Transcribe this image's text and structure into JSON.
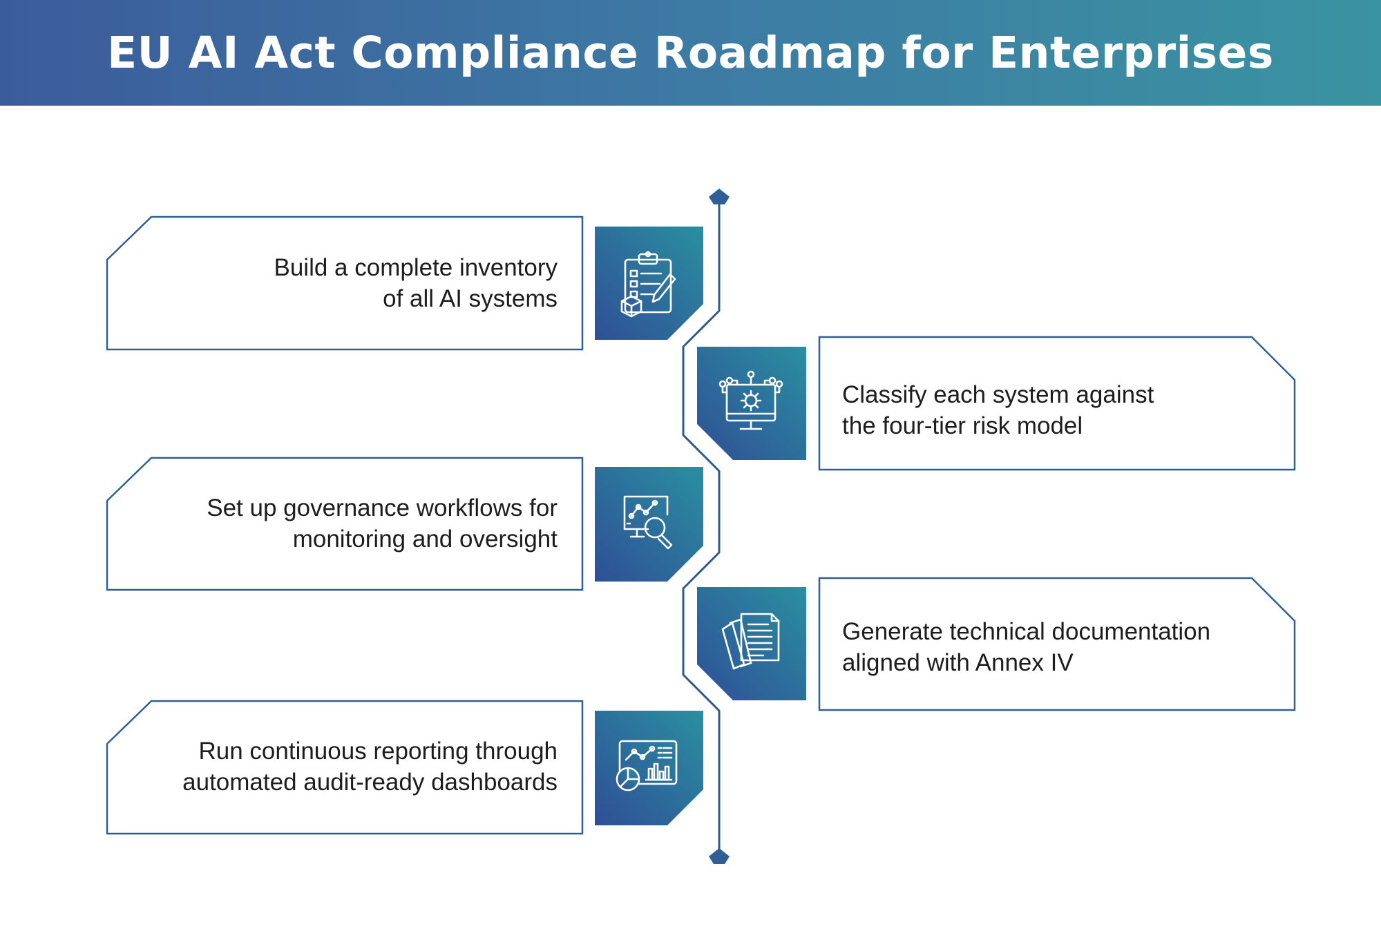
{
  "title": "EU AI Act Compliance Roadmap for Enterprises",
  "colors": {
    "header_left": "#3b5c9b",
    "header_right": "#3a93a1",
    "line": "#2e5a90",
    "tile_dark": "#2f4f96",
    "tile_teal": "#2a8fa0",
    "text": "#1d1d1d"
  },
  "steps": [
    {
      "side": "left",
      "icon": "clipboard-checklist-icon",
      "lines": [
        "Build a complete inventory",
        "of all AI systems"
      ]
    },
    {
      "side": "right",
      "icon": "monitor-gear-network-icon",
      "lines": [
        "Classify each system against",
        "the four-tier risk model"
      ]
    },
    {
      "side": "left",
      "icon": "monitor-analytics-magnifier-icon",
      "lines": [
        "Set up governance workflows for",
        "monitoring and oversight"
      ]
    },
    {
      "side": "right",
      "icon": "stacked-documents-icon",
      "lines": [
        "Generate technical documentation",
        "aligned with Annex IV"
      ]
    },
    {
      "side": "left",
      "icon": "dashboard-charts-icon",
      "lines": [
        "Run continuous reporting through",
        "automated audit-ready dashboards"
      ]
    }
  ]
}
